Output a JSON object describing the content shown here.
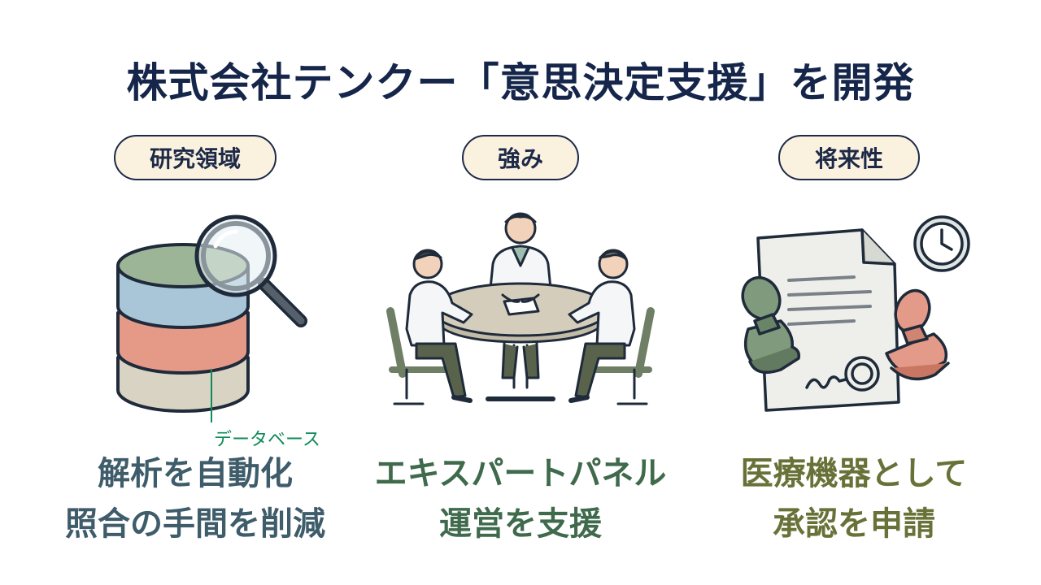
{
  "title": "株式会社テンクー「意思決定支援」を開発",
  "columns": [
    {
      "label": "研究領域",
      "annotation": "データベース",
      "lines": [
        "解析を自動化",
        "照合の手間を削減"
      ],
      "text_color": "#3f5c6a"
    },
    {
      "label": "強み",
      "lines": [
        "エキスパートパネル",
        "運営を支援"
      ],
      "text_color": "#3f6a4c"
    },
    {
      "label": "将来性",
      "lines": [
        "医療機器として",
        "承認を申請"
      ],
      "text_color": "#687238"
    }
  ],
  "colors": {
    "navy": "#15264a",
    "pill_bg": "#fbf1df",
    "db_top": "#9cb596",
    "db_blue": "#a9c6d8",
    "db_red": "#e59a88",
    "db_beige": "#d8d3c3",
    "annotation_green": "#0f8a5a"
  },
  "icons": [
    "database-icon",
    "magnifier-icon",
    "meeting-table-icon",
    "document-icon",
    "stamp-icon",
    "clock-icon"
  ]
}
